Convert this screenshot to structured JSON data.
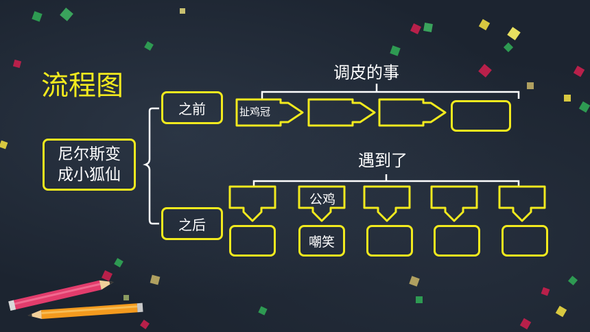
{
  "title": "流程图",
  "root": {
    "line1": "尼尔斯变",
    "line2": "成小狐仙"
  },
  "before": {
    "label": "之前",
    "header": "调皮的事",
    "steps": [
      "扯鸡冠",
      "",
      "",
      ""
    ]
  },
  "after": {
    "label": "之后",
    "header": "遇到了",
    "pairs": [
      {
        "top": "",
        "bottom": ""
      },
      {
        "top": "公鸡",
        "bottom": "嘲笑"
      },
      {
        "top": "",
        "bottom": ""
      },
      {
        "top": "",
        "bottom": ""
      },
      {
        "top": "",
        "bottom": ""
      }
    ]
  },
  "colors": {
    "accent": "#f2ea1e",
    "background": "#1c2430",
    "text": "#ffffff"
  }
}
